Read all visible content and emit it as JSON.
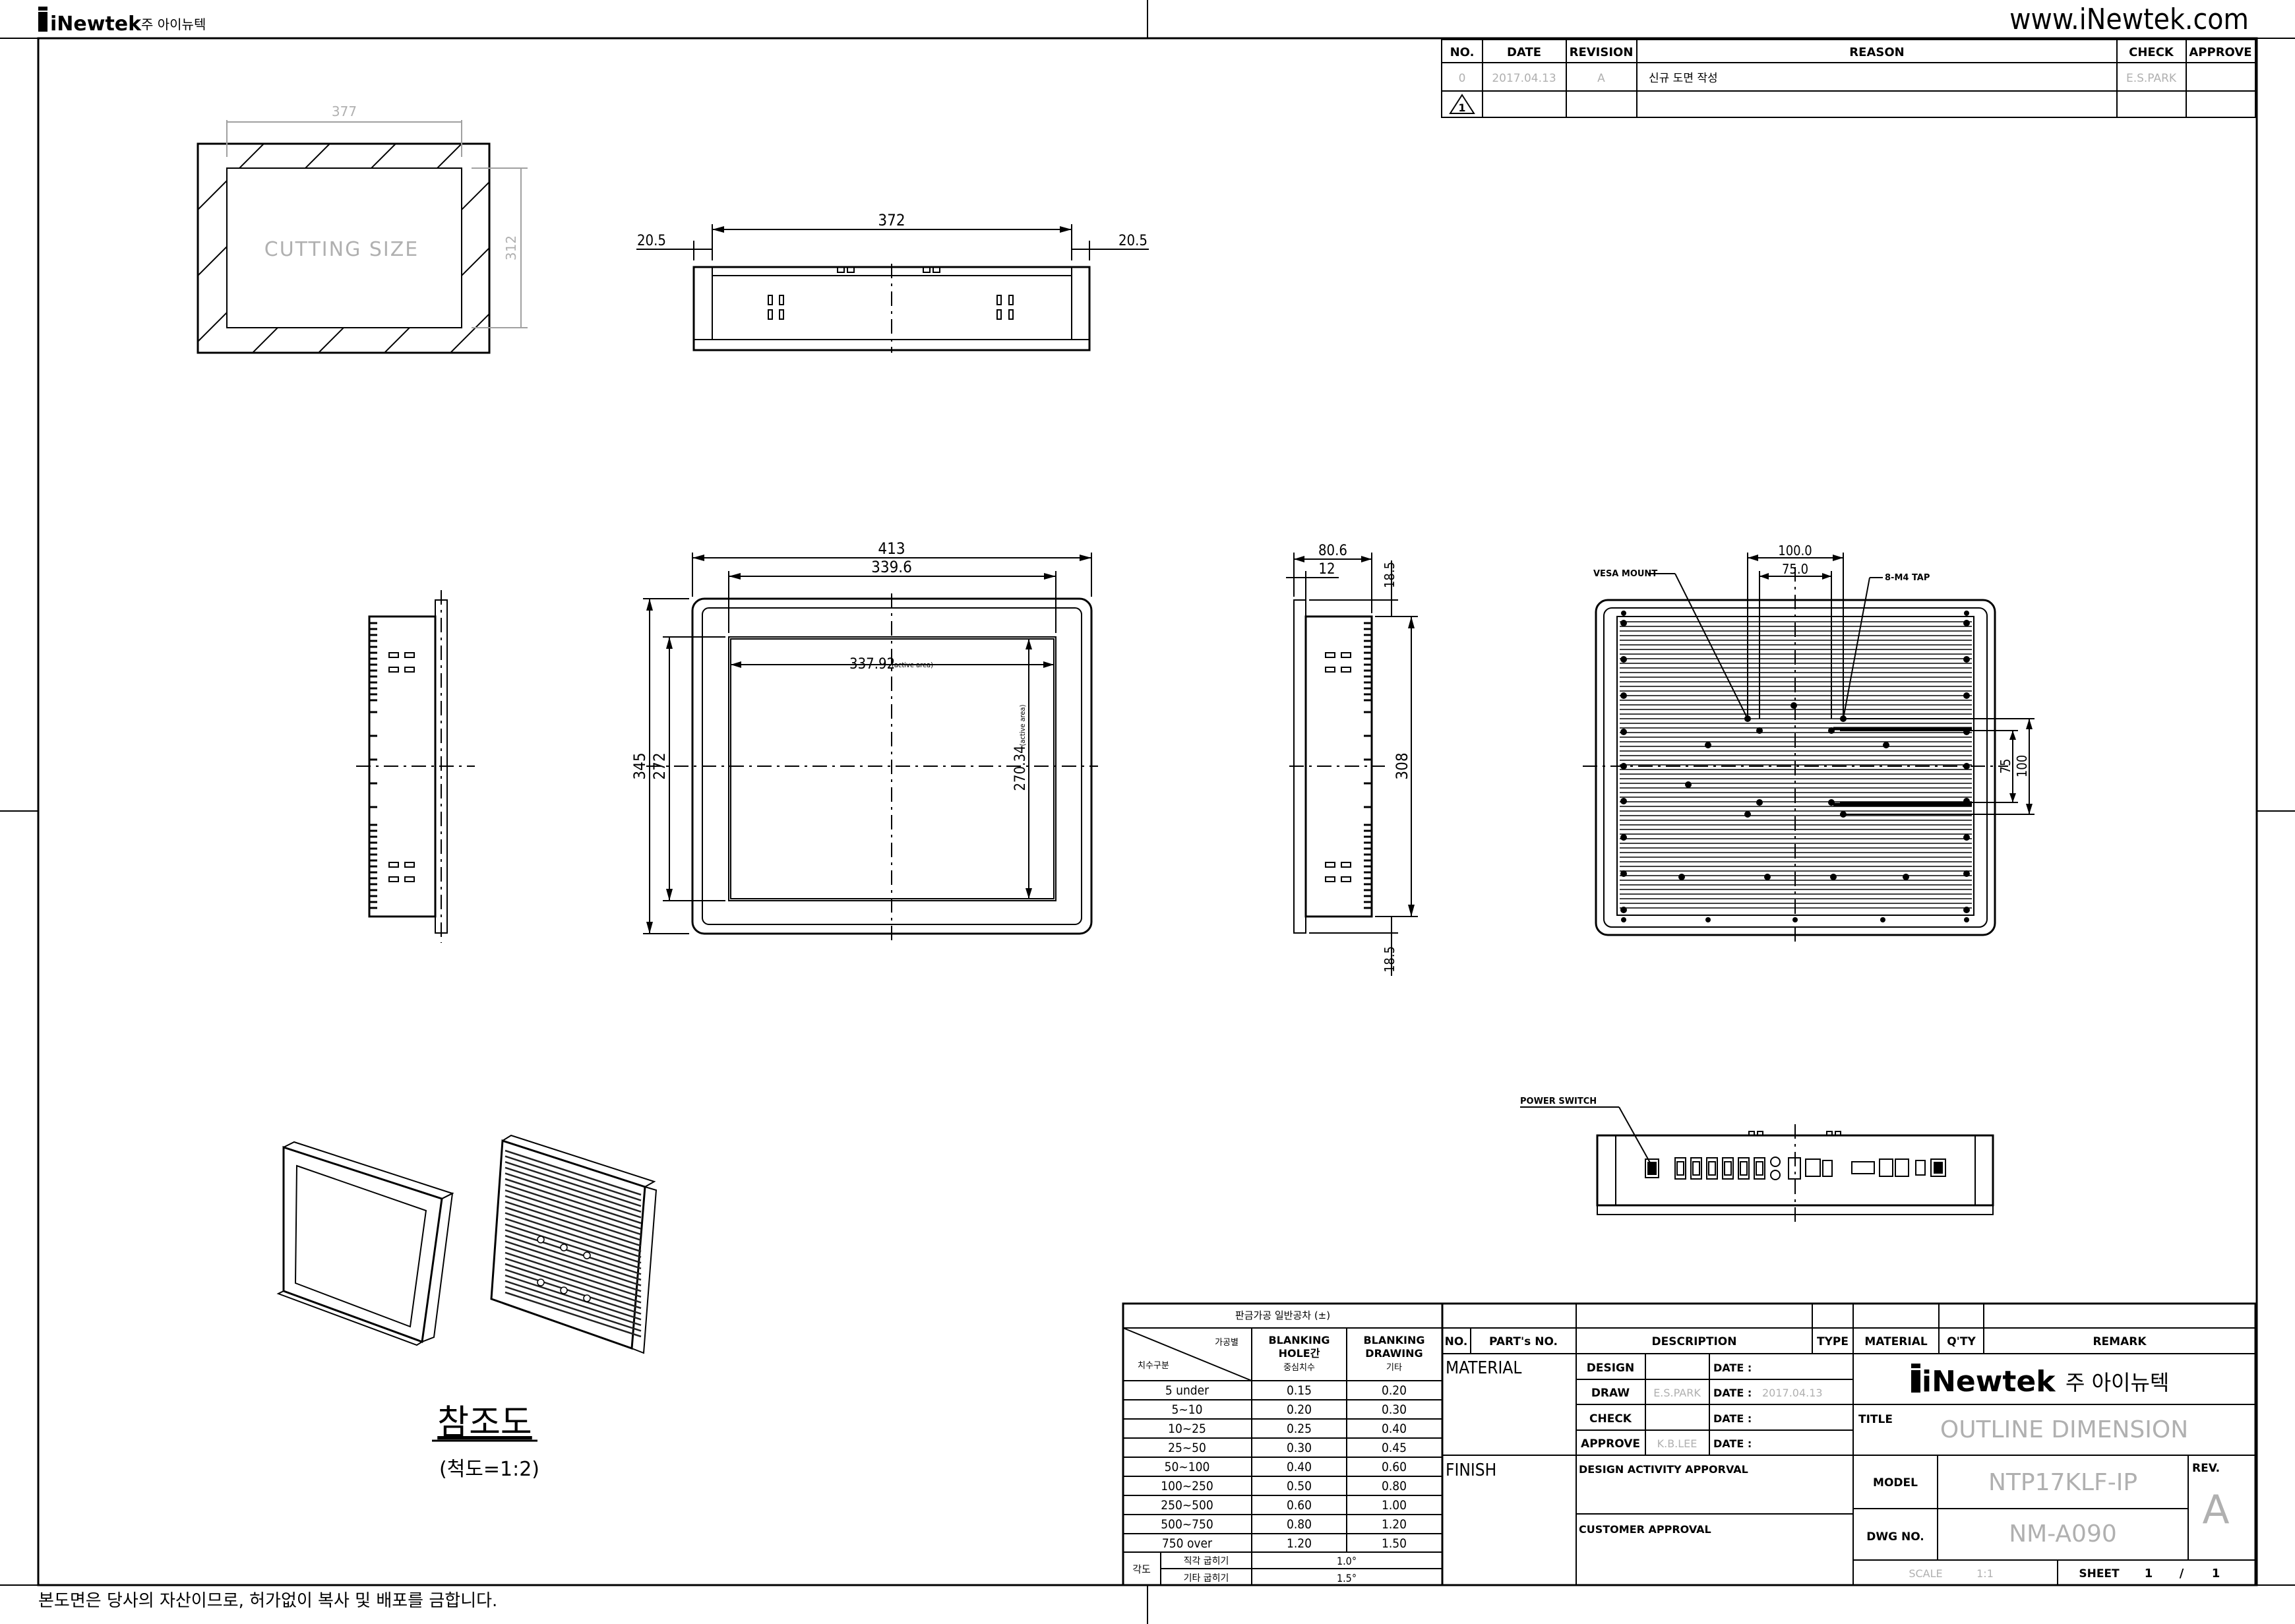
{
  "header": {
    "brand": "iNewtek",
    "company_ko": "주 아이뉴텍",
    "website": "www.iNewtek.com"
  },
  "footer": {
    "notice_ko": "본도면은 당사의 자산이므로, 허가없이 복사 및 배포를 금합니다."
  },
  "revision_table": {
    "headers": [
      "NO.",
      "DATE",
      "REVISION",
      "REASON",
      "CHECK",
      "APPROVE"
    ],
    "rows": [
      {
        "no": "0",
        "date": "2017.04.13",
        "revision": "A",
        "reason": "신규 도면 작성",
        "check": "E.S.PARK",
        "approve": ""
      },
      {
        "no": "",
        "date": "",
        "revision": "",
        "reason": "",
        "check": "",
        "approve": ""
      }
    ]
  },
  "dimensions": {
    "cutout_width": "377",
    "cutout_height": "312",
    "cutting_size": "CUTTING SIZE",
    "top_width": "372",
    "top_left_offset": "20.5",
    "top_right_offset": "20.5",
    "front_overall_width": "413",
    "front_bezel_width": "339.6",
    "front_active_width": "337.92",
    "front_active_height": "270.34",
    "active_area": "(active area)",
    "front_overall_height": "345",
    "front_bezel_height": "272",
    "side_depth": "80.6",
    "side_bezel_depth": "12",
    "side_top_offset": "18.5",
    "side_bottom_offset": "18.5",
    "side_height": "308",
    "rear_vesa_outer": "100.0",
    "rear_vesa_inner": "75.0",
    "rear_vesa_v_inner": "75",
    "rear_vesa_v_outer": "100",
    "vesa_mount": "VESA MOUNT",
    "tap": "8-M4 TAP",
    "power_switch": "POWER SWITCH"
  },
  "reference": {
    "title_ko": "참조도",
    "scale_ko": "(척도=1:2)"
  },
  "tolerance": {
    "title": "판금가공 일반공차 (±)",
    "corner_top": "가공별",
    "corner_bottom": "치수구분",
    "col1_l1": "BLANKING",
    "col1_l2": "HOLE간",
    "col1_l3": "중심치수",
    "col2_l1": "BLANKING",
    "col2_l2": "DRAWING",
    "col2_l3": "기타",
    "rows": [
      [
        "5 under",
        "0.15",
        "0.20"
      ],
      [
        "5~10",
        "0.20",
        "0.30"
      ],
      [
        "10~25",
        "0.25",
        "0.40"
      ],
      [
        "25~50",
        "0.30",
        "0.45"
      ],
      [
        "50~100",
        "0.40",
        "0.60"
      ],
      [
        "100~250",
        "0.50",
        "0.80"
      ],
      [
        "250~500",
        "0.60",
        "1.00"
      ],
      [
        "500~750",
        "0.80",
        "1.20"
      ],
      [
        "750 over",
        "1.20",
        "1.50"
      ]
    ],
    "angle_label": "각도",
    "angle_rows": [
      [
        "직각 굽히기",
        "1.0°"
      ],
      [
        "기타 굽히기",
        "1.5°"
      ]
    ]
  },
  "title_block": {
    "no": "NO.",
    "parts_no": "PART's NO.",
    "description": "DESCRIPTION",
    "type": "TYPE",
    "material_h": "MATERIAL",
    "qty": "Q'TY",
    "remark": "REMARK",
    "material": "MATERIAL",
    "finish": "FINISH",
    "design": "DESIGN",
    "draw": "DRAW",
    "check": "CHECK",
    "approve": "APPROVE",
    "draw_name": "E.S.PARK",
    "approve_name": "K.B.LEE",
    "date_label": "DATE :",
    "draw_date": "2017.04.13",
    "design_activity": "DESIGN ACTIVITY APPORVAL",
    "customer_approval": "CUSTOMER APPROVAL",
    "title_label": "TITLE",
    "title_value": "OUTLINE DIMENSION",
    "model_label": "MODEL",
    "model_value": "NTP17KLF-IP",
    "rev_label": "REV.",
    "rev_value": "A",
    "dwg_label": "DWG NO.",
    "dwg_value": "NM-A090",
    "scale_label": "SCALE",
    "scale_value": "1:1",
    "sheet_label": "SHEET",
    "sheet_value": "1",
    "sheet_sep": "/",
    "sheet_total": "1"
  }
}
